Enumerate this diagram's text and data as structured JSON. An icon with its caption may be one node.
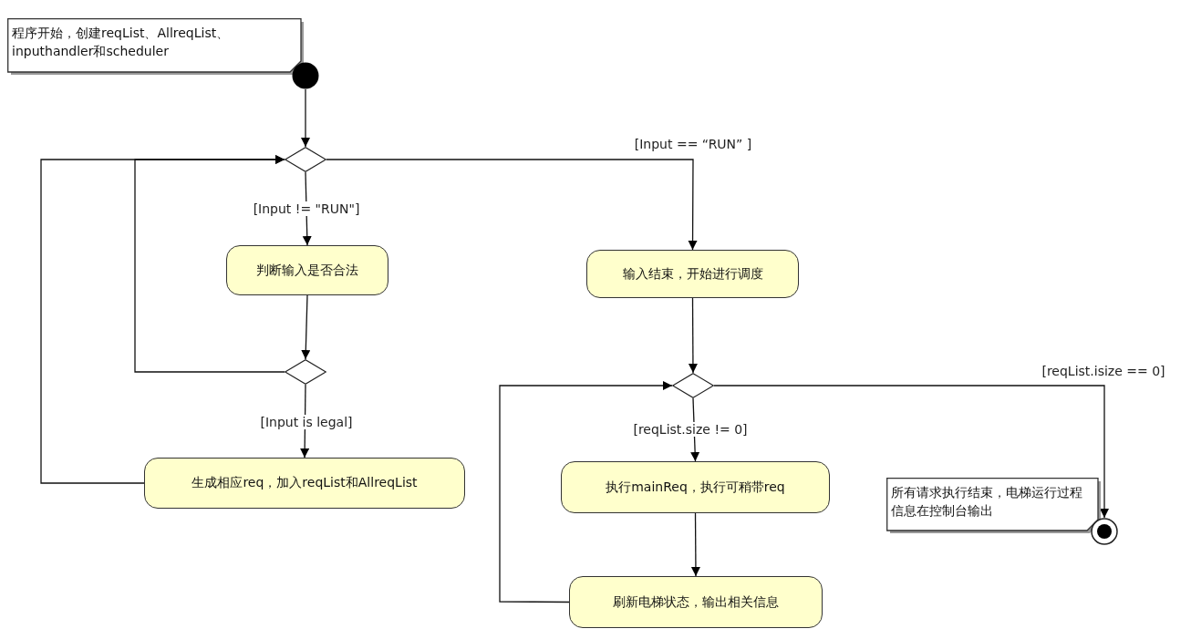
{
  "diagram": {
    "nodes": [
      {
        "text": [
          "程序开始，创建reqList、AllreqList、inputhandler和scheduler"
        ]
      },
      {
        "text": [],
        "shape": "circle"
      },
      {
        "text": [],
        "shape": "diamond"
      },
      {
        "text": [
          "判断输入是否合法"
        ]
      },
      {
        "text": [],
        "shape": "diamond"
      },
      {
        "text": [
          "生成相应req，加入reqList和AllreqList"
        ]
      },
      {
        "text": [
          "输入结束，开始进行调度"
        ]
      },
      {
        "text": [],
        "shape": "diamond"
      },
      {
        "text": [
          "执行mainReq，执行可稍带req"
        ]
      },
      {
        "text": [
          "刷新电梯状态，输出相关信息"
        ]
      },
      {
        "text": [
          "所有请求执行结束，电梯运行过程信息在控制台输出"
        ]
      },
      {
        "text": [],
        "shape": "circle"
      }
    ],
    "edges": [
      {
        "from": 1,
        "to": 2,
        "arrow": "to"
      },
      {
        "from": 2,
        "to": 3,
        "arrow": "to",
        "label": "[Input != \"RUN\"]"
      },
      {
        "from": 3,
        "to": 4,
        "arrow": "to"
      },
      {
        "from": 4,
        "to": 2,
        "arrow": "to"
      },
      {
        "from": 4,
        "to": 5,
        "arrow": "to",
        "label": "[Input is legal]"
      },
      {
        "from": 5,
        "to": 2,
        "arrow": "to"
      },
      {
        "from": 2,
        "to": 6,
        "arrow": "to",
        "label": "[Input ==  “RUN” ]"
      },
      {
        "from": 6,
        "to": 7,
        "arrow": "to"
      },
      {
        "from": 7,
        "to": 8,
        "arrow": "to",
        "label": "[reqList.size != 0]"
      },
      {
        "from": 8,
        "to": 9,
        "arrow": "to"
      },
      {
        "from": 9,
        "to": 7,
        "arrow": "to"
      },
      {
        "from": 7,
        "to": 11,
        "arrow": "to",
        "label": "[reqList.isize == 0]"
      }
    ]
  }
}
